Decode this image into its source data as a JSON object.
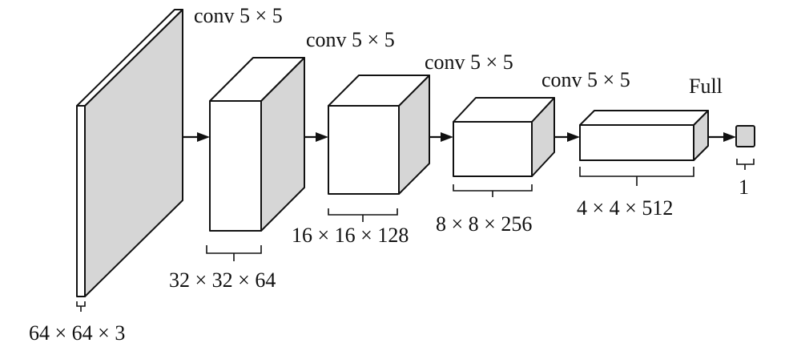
{
  "layers": [
    {
      "shape": "64 × 64 × 3"
    },
    {
      "shape": "32 × 32 × 64"
    },
    {
      "shape": "16 × 16 × 128"
    },
    {
      "shape": "8 × 8 × 256"
    },
    {
      "shape": "4 × 4 × 512"
    },
    {
      "shape": "1"
    }
  ],
  "transitions": [
    {
      "label": "conv 5 × 5"
    },
    {
      "label": "conv 5 × 5"
    },
    {
      "label": "conv 5 × 5"
    },
    {
      "label": "conv 5 × 5"
    },
    {
      "label": "Full"
    }
  ],
  "colors": {
    "side_face": "#d6d6d6",
    "front_face": "#ffffff",
    "stroke": "#111111"
  }
}
